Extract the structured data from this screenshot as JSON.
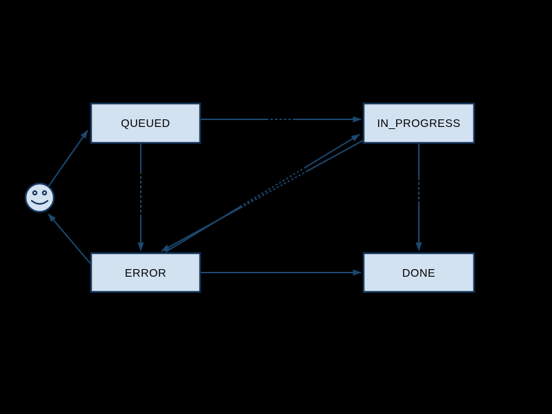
{
  "diagram": {
    "type": "state-diagram",
    "background_color": "#000000",
    "node_fill_color": "#d3e2f1",
    "node_border_color": "#16365c",
    "edge_color": "#1b4971",
    "node_text_color": "#000000",
    "nodes": {
      "start": {
        "label": "",
        "icon": "smiley-face"
      },
      "queued": {
        "label": "QUEUED"
      },
      "in_progress": {
        "label": "IN_PROGRESS"
      },
      "error": {
        "label": "ERROR"
      },
      "done": {
        "label": "DONE"
      }
    },
    "edges": [
      {
        "from": "start",
        "to": "queued",
        "label": ""
      },
      {
        "from": "queued",
        "to": "in_progress",
        "label": ""
      },
      {
        "from": "queued",
        "to": "error",
        "label": ""
      },
      {
        "from": "in_progress",
        "to": "error",
        "label": ""
      },
      {
        "from": "error",
        "to": "in_progress",
        "label": ""
      },
      {
        "from": "in_progress",
        "to": "done",
        "label": ""
      },
      {
        "from": "error",
        "to": "done",
        "label": ""
      },
      {
        "from": "error",
        "to": "start",
        "label": ""
      }
    ]
  }
}
